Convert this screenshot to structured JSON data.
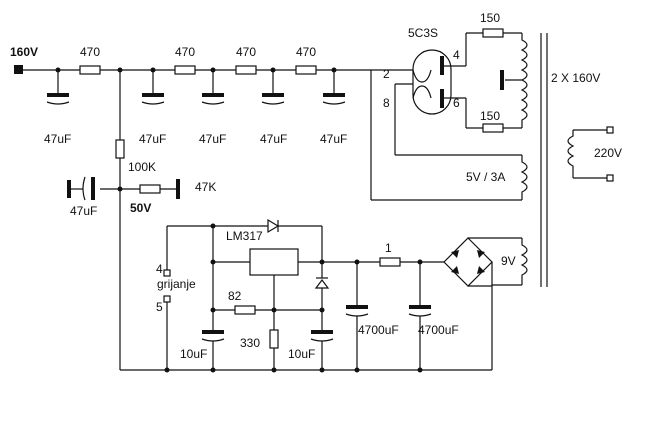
{
  "labels": {
    "input_voltage": "160V",
    "r_series_1": "470",
    "r_series_2": "470",
    "r_series_3": "470",
    "r_series_4": "470",
    "cap_1": "47uF",
    "cap_2": "47uF",
    "cap_3": "47uF",
    "cap_4": "47uF",
    "cap_5": "47uF",
    "r_divider": "100K",
    "r_load": "47K",
    "cap_divider": "47uF",
    "out_50v": "50V",
    "tube": "5C3S",
    "pin_2": "2",
    "pin_8": "8",
    "pin_4": "4",
    "pin_6": "6",
    "r_anode_top": "150",
    "r_anode_bottom": "150",
    "secondary_hv": "2 X 160V",
    "mains": "220V",
    "heater_winding": "5V / 3A",
    "regulator": "LM317",
    "r_series_1ohm": "1",
    "bridge_winding": "9V",
    "heater_pin_4": "4",
    "heater_name": "grijanje",
    "heater_pin_5": "5",
    "r_82": "82",
    "r_330": "330",
    "cap_10uf_left": "10uF",
    "cap_10uf_right": "10uF",
    "cap_4700_left": "4700uF",
    "cap_4700_right": "4700uF"
  }
}
